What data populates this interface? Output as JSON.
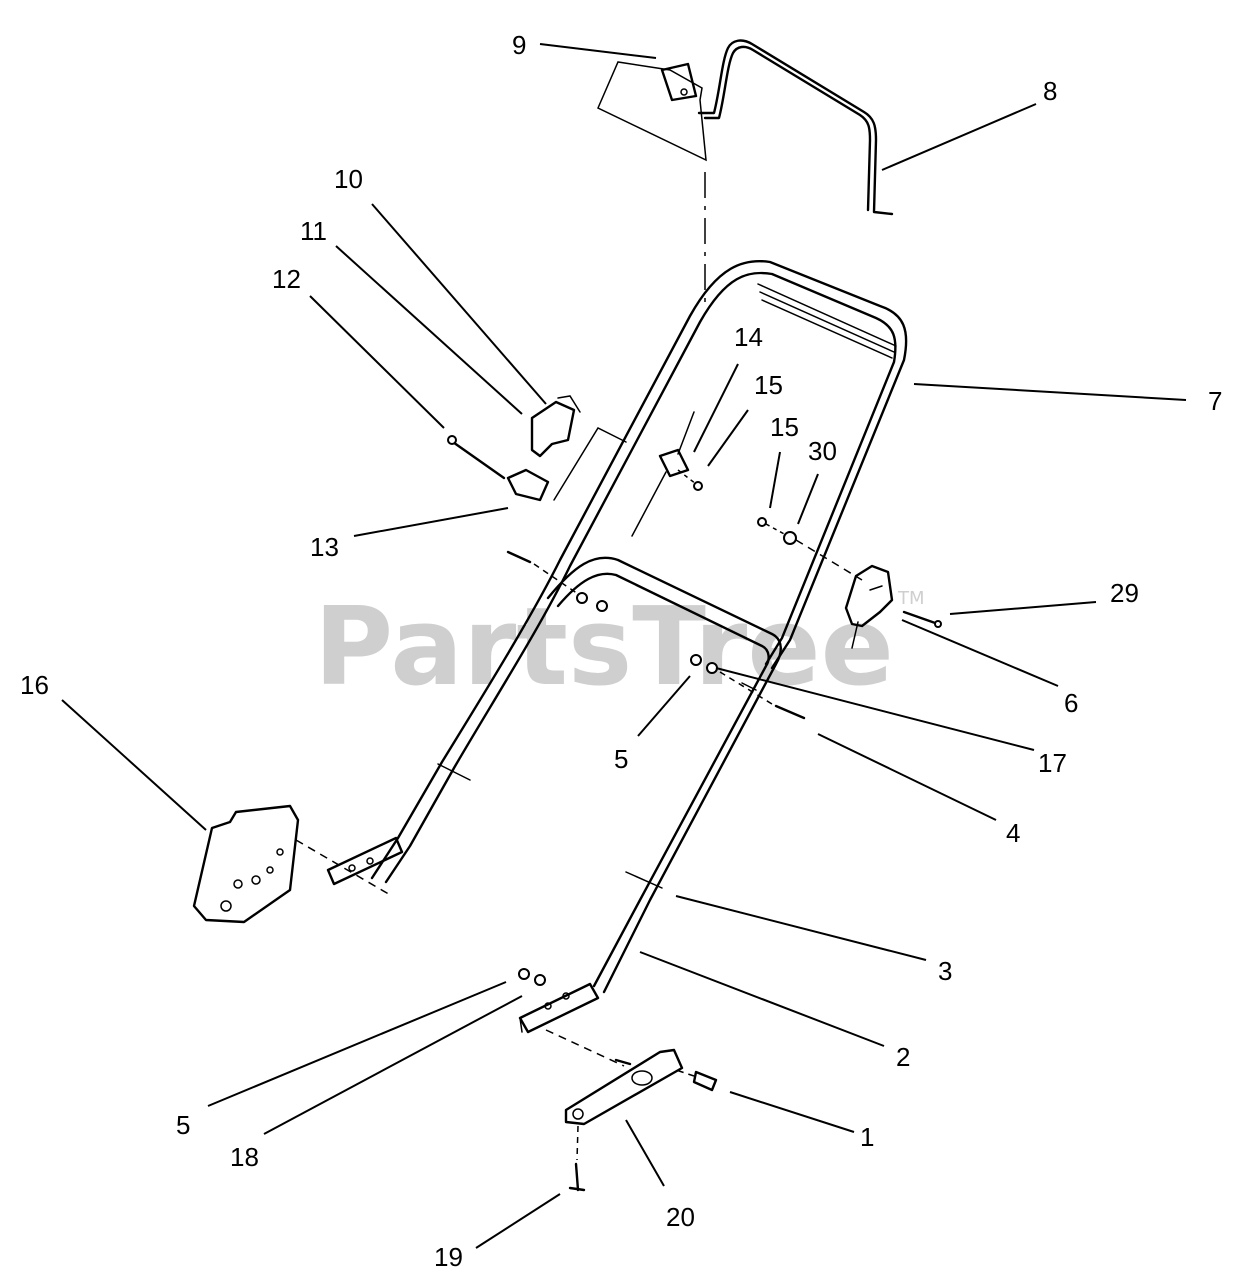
{
  "watermark": {
    "text": "PartsTree",
    "trademark": "TM"
  },
  "callouts": [
    {
      "id": "c9",
      "label": "9"
    },
    {
      "id": "c8",
      "label": "8"
    },
    {
      "id": "c10",
      "label": "10"
    },
    {
      "id": "c11",
      "label": "11"
    },
    {
      "id": "c12",
      "label": "12"
    },
    {
      "id": "c13",
      "label": "13"
    },
    {
      "id": "c14",
      "label": "14"
    },
    {
      "id": "c15a",
      "label": "15"
    },
    {
      "id": "c15b",
      "label": "15"
    },
    {
      "id": "c30",
      "label": "30"
    },
    {
      "id": "c7",
      "label": "7"
    },
    {
      "id": "c29",
      "label": "29"
    },
    {
      "id": "c6",
      "label": "6"
    },
    {
      "id": "c16",
      "label": "16"
    },
    {
      "id": "c5a",
      "label": "5"
    },
    {
      "id": "c17",
      "label": "17"
    },
    {
      "id": "c4",
      "label": "4"
    },
    {
      "id": "c3",
      "label": "3"
    },
    {
      "id": "c2",
      "label": "2"
    },
    {
      "id": "c5b",
      "label": "5"
    },
    {
      "id": "c18",
      "label": "18"
    },
    {
      "id": "c1",
      "label": "1"
    },
    {
      "id": "c20",
      "label": "20"
    },
    {
      "id": "c19",
      "label": "19"
    }
  ]
}
